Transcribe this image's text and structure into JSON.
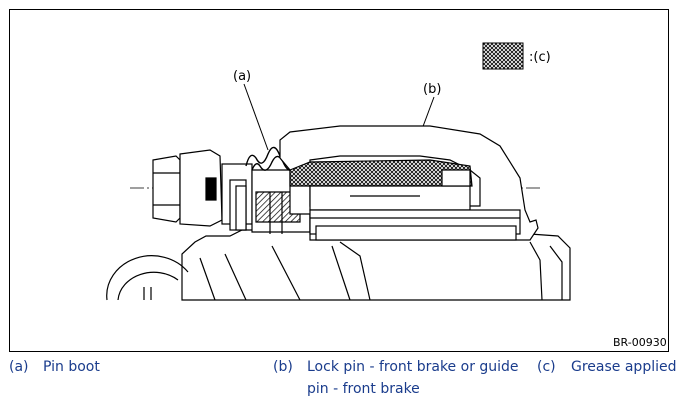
{
  "figure": {
    "code": "BR-00930",
    "callouts": {
      "a": "(a)",
      "b": "(b)"
    },
    "grease_legend_label": ":(c)"
  },
  "legend": [
    {
      "key": "(a)",
      "text": "Pin boot"
    },
    {
      "key": "(b)",
      "text": "Lock pin - front brake or guide pin - front brake"
    },
    {
      "key": "(c)",
      "text": "Grease applied"
    }
  ],
  "colors": {
    "legend_text": "#1a3c8c",
    "line": "#000000"
  }
}
